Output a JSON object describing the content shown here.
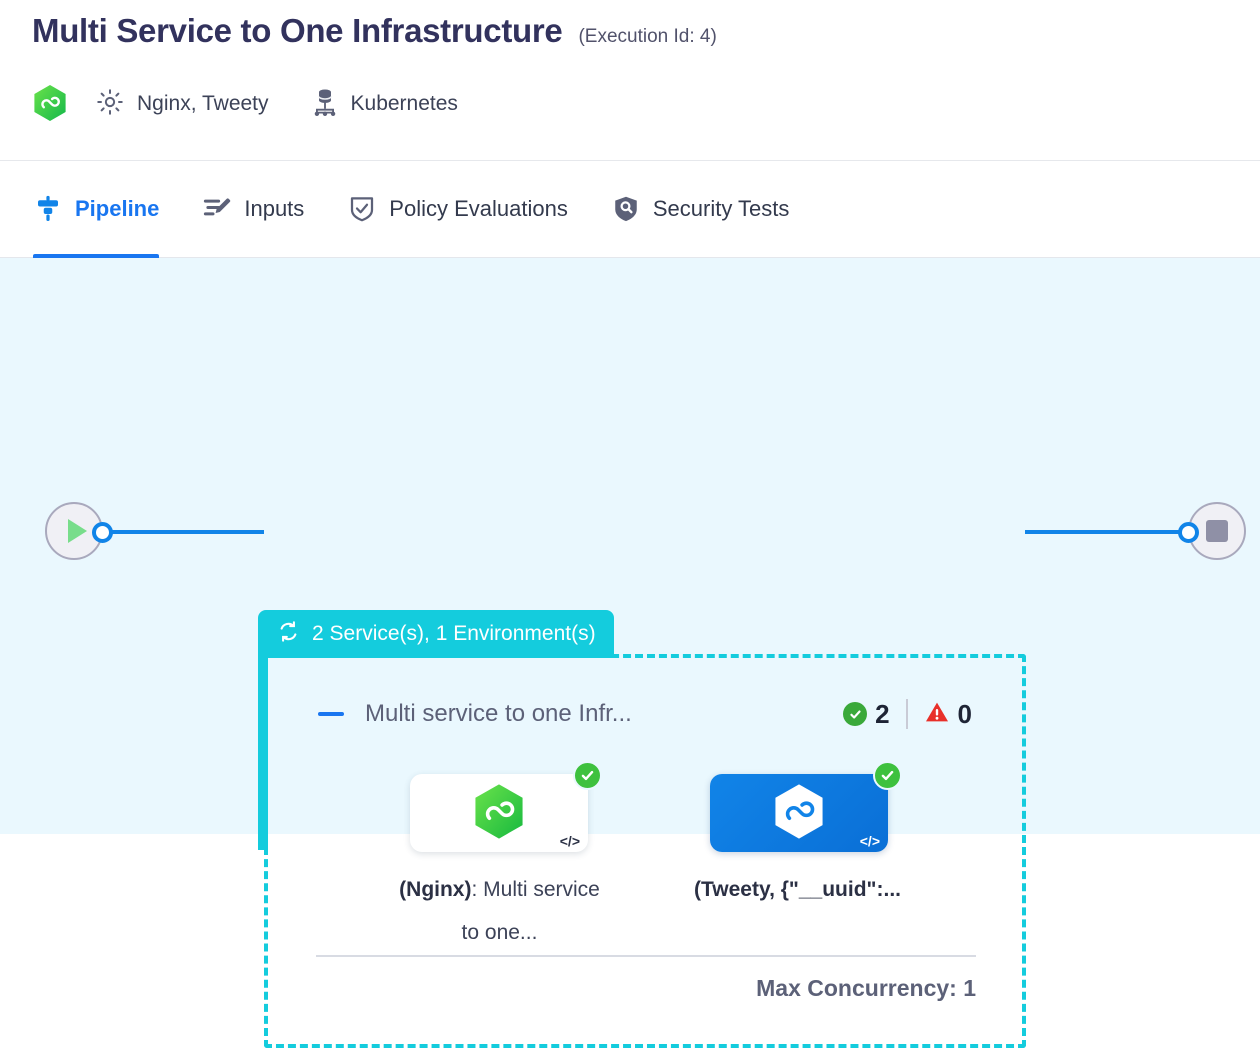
{
  "header": {
    "title": "Multi Service to One Infrastructure",
    "execution_id_label": "(Execution Id: 4)",
    "product_icon": "hexagon-infinity-logo",
    "services_icon": "gear-icon",
    "services_text": "Nginx, Tweety",
    "infrastructure_icon": "database-network-icon",
    "infrastructure_text": "Kubernetes"
  },
  "tabs": [
    {
      "label": "Pipeline",
      "icon": "pipeline-icon",
      "active": true
    },
    {
      "label": "Inputs",
      "icon": "inputs-edit-icon",
      "active": false
    },
    {
      "label": "Policy Evaluations",
      "icon": "shield-check-icon",
      "active": false
    },
    {
      "label": "Security Tests",
      "icon": "shield-search-icon",
      "active": false
    }
  ],
  "canvas": {
    "start_node": {
      "icon": "play-icon"
    },
    "end_node": {
      "icon": "stop-icon"
    },
    "group": {
      "badge_icon": "loop-refresh-icon",
      "badge_label": "2 Service(s), 1 Environment(s)",
      "collapse_icon": "minus-icon",
      "title": "Multi service to one Infr...",
      "counters": {
        "success_icon": "check-circle-icon",
        "success_count": "2",
        "warning_icon": "warning-triangle-icon",
        "warning_count": "0"
      },
      "nodes": [
        {
          "icon": "hexagon-infinity-logo",
          "status_icon": "check-circle-icon",
          "code_icon": "code-brackets-icon",
          "label_bold": "(Nginx)",
          "label_rest": ": Multi service to one..."
        },
        {
          "icon": "hexagon-infinity-logo-white",
          "status_icon": "check-circle-icon",
          "code_icon": "code-brackets-icon",
          "label_bold": "(Tweety, {\"__uuid\":...",
          "label_rest": ""
        }
      ],
      "max_concurrency": "Max Concurrency: 1"
    }
  },
  "colors": {
    "accent_blue": "#1976f0",
    "teal": "#14ccdd",
    "canvas_bg": "#eaf8fe",
    "success_green": "#3aa93a",
    "warning_red": "#e8302a",
    "node_blue": "#1184e8",
    "logo_green": "#46d12e"
  }
}
